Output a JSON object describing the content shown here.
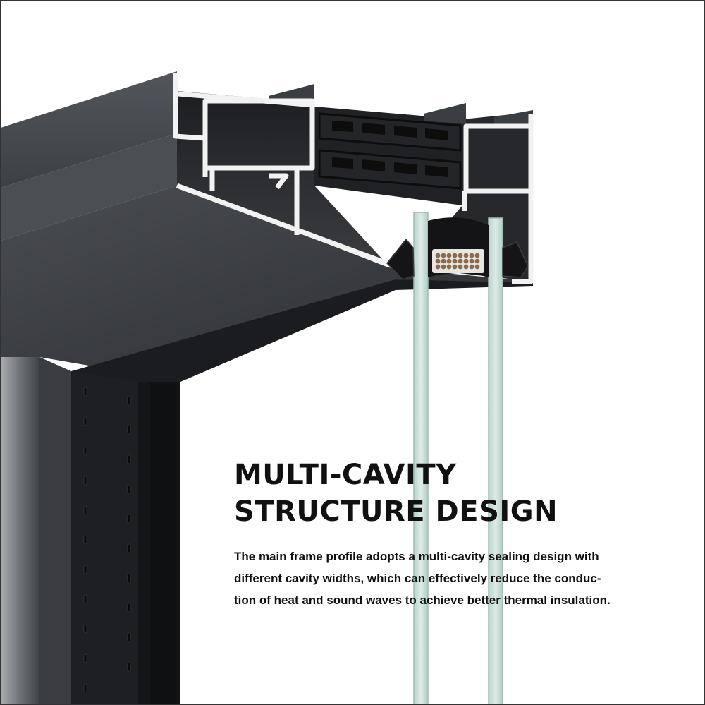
{
  "heading": {
    "line1": "MULTI-CAVITY",
    "line2": "STRUCTURE DESIGN"
  },
  "description": {
    "line1": "The main frame profile adopts a multi-cavity sealing design with",
    "line2": "different cavity widths, which can effectively reduce the conduc-",
    "line3": "tion of heat and sound waves to achieve better thermal insulation."
  },
  "colors": {
    "frame": "#45484d",
    "frame_dark": "#1e1f22",
    "profile_cut": "#f2f2f2",
    "glass": "#cfe2dc",
    "text": "#111111"
  }
}
